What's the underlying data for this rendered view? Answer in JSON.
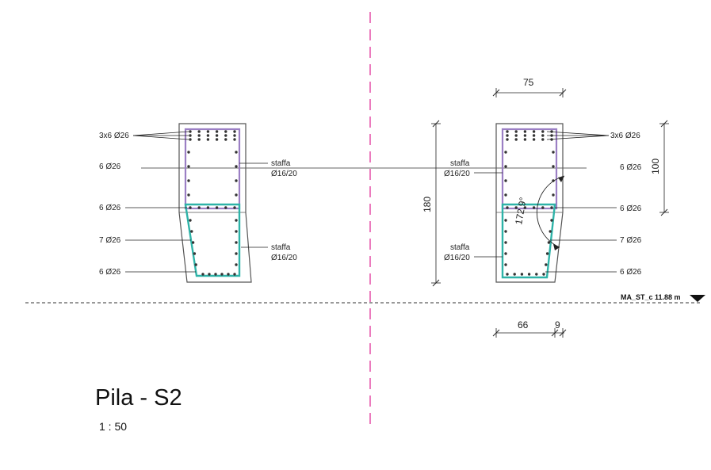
{
  "view": {
    "title": "Pila - S2",
    "scale": "1 : 50"
  },
  "left_section": {
    "labels": {
      "top_bars": "3x6 Ø26",
      "row2": "6 Ø26",
      "row3": "6 Ø26",
      "row4": "7 Ø26",
      "row5": "6 Ø26"
    },
    "stirrup_upper": {
      "name": "staffa",
      "spec": "Ø16/20"
    },
    "stirrup_lower": {
      "name": "staffa",
      "spec": "Ø16/20"
    }
  },
  "right_section": {
    "labels": {
      "top_bars": "3x6 Ø26",
      "row2": "6 Ø26",
      "row3": "6 Ø26",
      "row4": "7 Ø26",
      "row5": "6 Ø26"
    },
    "stirrup_upper": {
      "name": "staffa",
      "spec": "Ø16/20"
    },
    "stirrup_lower": {
      "name": "staffa",
      "spec": "Ø16/20"
    },
    "dimensions": {
      "top_width": "75",
      "height_total": "180",
      "height_upper": "100",
      "bottom_width": "66",
      "bottom_taper": "9",
      "angle": "172.9°"
    }
  },
  "level": {
    "label": "MA_ST_c 11.88 m"
  },
  "colors": {
    "outline": "#555555",
    "upper_stirrup": "#9b7fc4",
    "lower_stirrup": "#2eb3a8",
    "axis": "#e0349a",
    "bar_dot": "#333333"
  }
}
